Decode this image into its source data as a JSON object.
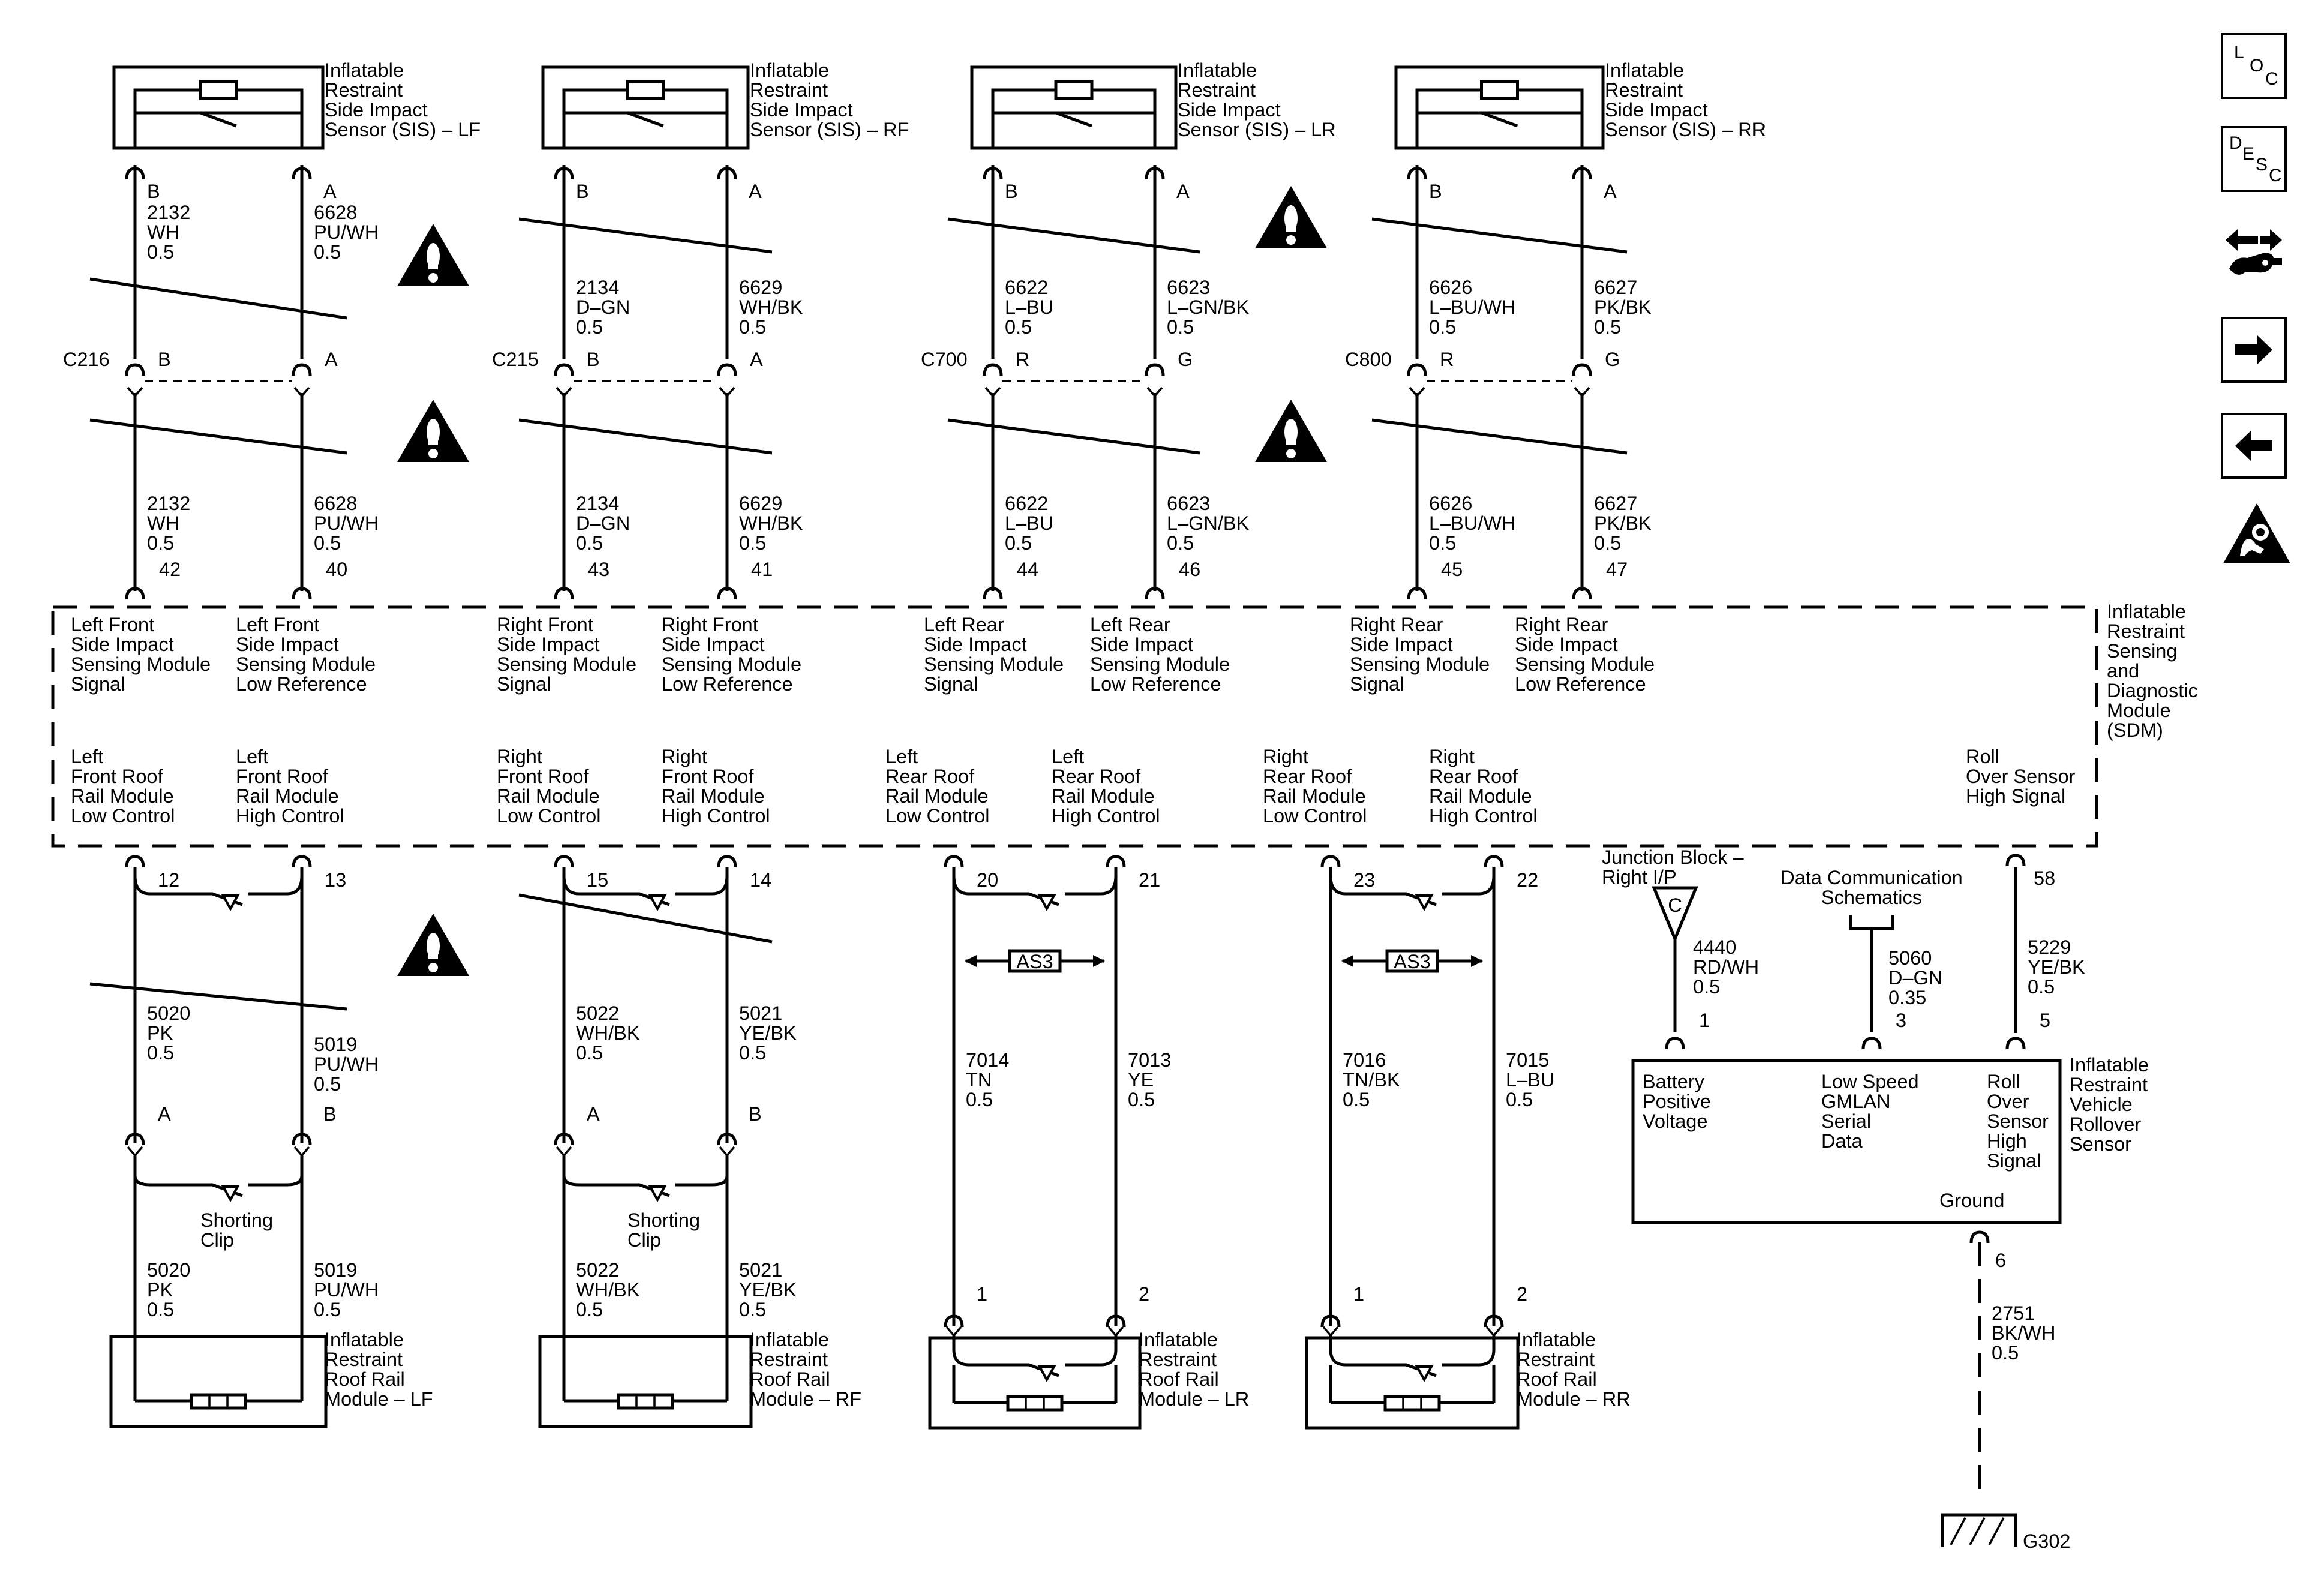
{
  "sensors": [
    {
      "label": [
        "Inflatable",
        "Restraint",
        "Side Impact",
        "Sensor (SIS) – LF"
      ],
      "pins": [
        "B",
        "A"
      ],
      "upper": [
        [
          "2132",
          "WH",
          "0.5"
        ],
        [
          "6628",
          "PU/WH",
          "0.5"
        ]
      ],
      "conn": "C216",
      "conn_pins": [
        "B",
        "A"
      ],
      "lower": [
        [
          "2132",
          "WH",
          "0.5"
        ],
        [
          "6628",
          "PU/WH",
          "0.5"
        ]
      ],
      "sdm_pins": [
        "42",
        "40"
      ]
    },
    {
      "label": [
        "Inflatable",
        "Restraint",
        "Side Impact",
        "Sensor (SIS) – RF"
      ],
      "pins": [
        "B",
        "A"
      ],
      "upper": [
        [
          "2134",
          "D–GN",
          "0.5"
        ],
        [
          "6629",
          "WH/BK",
          "0.5"
        ]
      ],
      "conn": "C215",
      "conn_pins": [
        "B",
        "A"
      ],
      "lower": [
        [
          "2134",
          "D–GN",
          "0.5"
        ],
        [
          "6629",
          "WH/BK",
          "0.5"
        ]
      ],
      "sdm_pins": [
        "43",
        "41"
      ]
    },
    {
      "label": [
        "Inflatable",
        "Restraint",
        "Side Impact",
        "Sensor (SIS) – LR"
      ],
      "pins": [
        "B",
        "A"
      ],
      "upper": [
        [
          "6622",
          "L–BU",
          "0.5"
        ],
        [
          "6623",
          "L–GN/BK",
          "0.5"
        ]
      ],
      "conn": "C700",
      "conn_pins": [
        "R",
        "G"
      ],
      "lower": [
        [
          "6622",
          "L–BU",
          "0.5"
        ],
        [
          "6623",
          "L–GN/BK",
          "0.5"
        ]
      ],
      "sdm_pins": [
        "44",
        "46"
      ]
    },
    {
      "label": [
        "Inflatable",
        "Restraint",
        "Side Impact",
        "Sensor (SIS) – RR"
      ],
      "pins": [
        "B",
        "A"
      ],
      "upper": [
        [
          "6626",
          "L–BU/WH",
          "0.5"
        ],
        [
          "6627",
          "PK/BK",
          "0.5"
        ]
      ],
      "conn": "C800",
      "conn_pins": [
        "R",
        "G"
      ],
      "lower": [
        [
          "6626",
          "L–BU/WH",
          "0.5"
        ],
        [
          "6627",
          "PK/BK",
          "0.5"
        ]
      ],
      "sdm_pins": [
        "45",
        "47"
      ]
    }
  ],
  "sdm": {
    "label": [
      "Inflatable",
      "Restraint",
      "Sensing",
      "and",
      "Diagnostic",
      "Module",
      "(SDM)"
    ],
    "top_functions": [
      [
        "Left Front",
        "Side Impact",
        "Sensing Module",
        "Signal"
      ],
      [
        "Left Front",
        "Side Impact",
        "Sensing Module",
        "Low Reference"
      ],
      [
        "Right Front",
        "Side Impact",
        "Sensing Module",
        "Signal"
      ],
      [
        "Right Front",
        "Side Impact",
        "Sensing Module",
        "Low Reference"
      ],
      [
        "Left Rear",
        "Side Impact",
        "Sensing Module",
        "Signal"
      ],
      [
        "Left Rear",
        "Side Impact",
        "Sensing Module",
        "Low Reference"
      ],
      [
        "Right Rear",
        "Side Impact",
        "Sensing Module",
        "Signal"
      ],
      [
        "Right Rear",
        "Side Impact",
        "Sensing Module",
        "Low Reference"
      ]
    ],
    "bottom_functions": [
      [
        "Left",
        "Front Roof",
        "Rail Module",
        "Low Control"
      ],
      [
        "Left",
        "Front Roof",
        "Rail Module",
        "High Control"
      ],
      [
        "Right",
        "Front Roof",
        "Rail Module",
        "Low Control"
      ],
      [
        "Right",
        "Front Roof",
        "Rail Module",
        "High Control"
      ],
      [
        "Left",
        "Rear Roof",
        "Rail Module",
        "Low Control"
      ],
      [
        "Left",
        "Rear Roof",
        "Rail Module",
        "High Control"
      ],
      [
        "Right",
        "Rear Roof",
        "Rail Module",
        "Low Control"
      ],
      [
        "Right",
        "Rear Roof",
        "Rail Module",
        "High Control"
      ],
      [
        "Roll",
        "Over Sensor",
        "High Signal"
      ]
    ]
  },
  "roof_rails": [
    {
      "sdm_pins": [
        "12",
        "13"
      ],
      "wires": [
        [
          "5020",
          "PK",
          "0.5"
        ],
        [
          "5019",
          "PU/WH",
          "0.5"
        ]
      ],
      "conn_pins": [
        "A",
        "B"
      ],
      "clip": [
        "Shorting",
        "Clip"
      ],
      "wires2": [
        [
          "5020",
          "PK",
          "0.5"
        ],
        [
          "5019",
          "PU/WH",
          "0.5"
        ]
      ],
      "label": [
        "Inflatable",
        "Restraint",
        "Roof Rail",
        "Module – LF"
      ]
    },
    {
      "sdm_pins": [
        "15",
        "14"
      ],
      "wires": [
        [
          "5022",
          "WH/BK",
          "0.5"
        ],
        [
          "5021",
          "YE/BK",
          "0.5"
        ]
      ],
      "conn_pins": [
        "A",
        "B"
      ],
      "clip": [
        "Shorting",
        "Clip"
      ],
      "wires2": [
        [
          "5022",
          "WH/BK",
          "0.5"
        ],
        [
          "5021",
          "YE/BK",
          "0.5"
        ]
      ],
      "label": [
        "Inflatable",
        "Restraint",
        "Roof Rail",
        "Module – RF"
      ]
    },
    {
      "sdm_pins": [
        "20",
        "21"
      ],
      "as": "AS3",
      "wires": [
        [
          "7014",
          "TN",
          "0.5"
        ],
        [
          "7013",
          "YE",
          "0.5"
        ]
      ],
      "module_pins": [
        "1",
        "2"
      ],
      "label": [
        "Inflatable",
        "Restraint",
        "Roof Rail",
        "Module – LR"
      ]
    },
    {
      "sdm_pins": [
        "23",
        "22"
      ],
      "as": "AS3",
      "wires": [
        [
          "7016",
          "TN/BK",
          "0.5"
        ],
        [
          "7015",
          "L–BU",
          "0.5"
        ]
      ],
      "module_pins": [
        "1",
        "2"
      ],
      "label": [
        "Inflatable",
        "Restraint",
        "Roof Rail",
        "Module – RR"
      ]
    }
  ],
  "rollover": {
    "junction_label": [
      "Junction Block –",
      "Right I/P"
    ],
    "junction_ref": "C",
    "data_label": [
      "Data Communication",
      "Schematics"
    ],
    "sdm_pin": "58",
    "wires": [
      [
        "4440",
        "RD/WH",
        "0.5"
      ],
      [
        "5060",
        "D–GN",
        "0.35"
      ],
      [
        "5229",
        "YE/BK",
        "0.5"
      ]
    ],
    "pins": [
      "1",
      "3",
      "5"
    ],
    "functions": [
      [
        "Battery",
        "Positive",
        "Voltage"
      ],
      [
        "Low Speed",
        "GMLAN",
        "Serial",
        "Data"
      ],
      [
        "Roll",
        "Over",
        "Sensor",
        "High",
        "Signal"
      ]
    ],
    "ground_label": "Ground",
    "label": [
      "Inflatable",
      "Restraint",
      "Vehicle",
      "Rollover",
      "Sensor"
    ],
    "ground_pin": "6",
    "ground_wire": [
      "2751",
      "BK/WH",
      "0.5"
    ],
    "ground_ref": "G302"
  },
  "nav": {
    "loc": [
      "L",
      "O",
      "C"
    ],
    "desc": [
      "D",
      "E",
      "S",
      "C"
    ],
    "icons": [
      "connector-view-icon",
      "next-arrow-icon",
      "previous-arrow-icon",
      "airbag-warning-icon"
    ]
  }
}
